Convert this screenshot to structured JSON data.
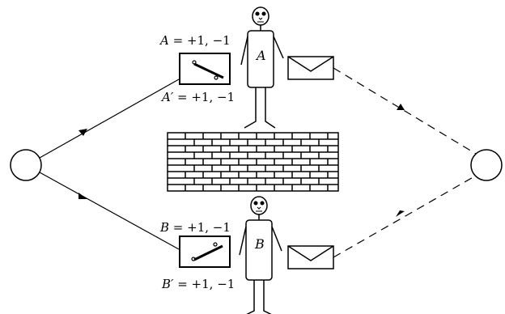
{
  "labels": {
    "a_setting": {
      "var": "A",
      "rest": " = +1, −1"
    },
    "a_prime_setting": {
      "var": "A′",
      "rest": " = +1, −1"
    },
    "b_setting": {
      "var": "B",
      "rest": " = +1, −1"
    },
    "b_prime_setting": {
      "var": "B′",
      "rest": " = +1, −1"
    }
  },
  "observers": {
    "alice": {
      "name": "A"
    },
    "bob": {
      "name": "B"
    }
  },
  "icons": [
    "source-circle-icon",
    "target-circle-icon",
    "switch-box-icon",
    "envelope-icon",
    "person-icon",
    "brick-wall-icon",
    "arrow-icon"
  ]
}
